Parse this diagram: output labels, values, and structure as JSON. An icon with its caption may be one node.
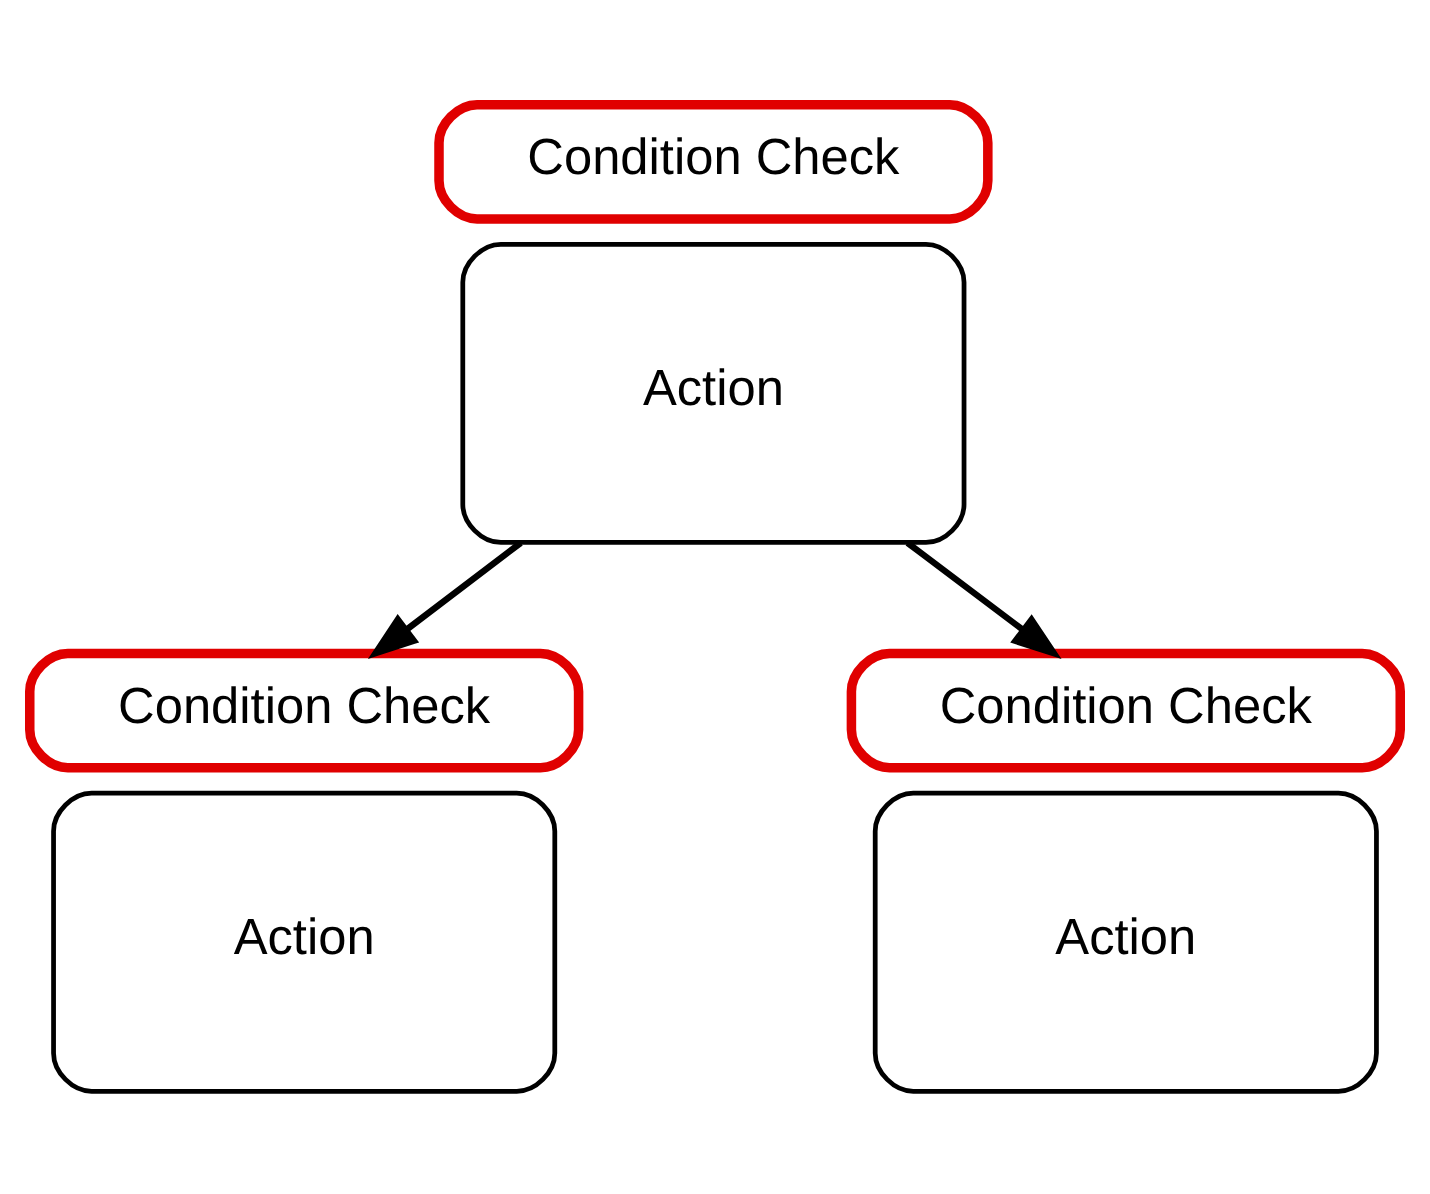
{
  "diagram": {
    "nodes": [
      {
        "text": [
          "Condition Check"
        ]
      },
      {
        "text": [
          "Action"
        ]
      },
      {
        "text": [
          "Condition Check"
        ]
      },
      {
        "text": [
          "Action"
        ]
      },
      {
        "text": [
          "Condition Check"
        ]
      },
      {
        "text": [
          "Action"
        ]
      }
    ],
    "edges": [
      {
        "from": 1,
        "to": 2,
        "arrow": "to"
      },
      {
        "from": 1,
        "to": 4,
        "arrow": "to"
      }
    ]
  }
}
